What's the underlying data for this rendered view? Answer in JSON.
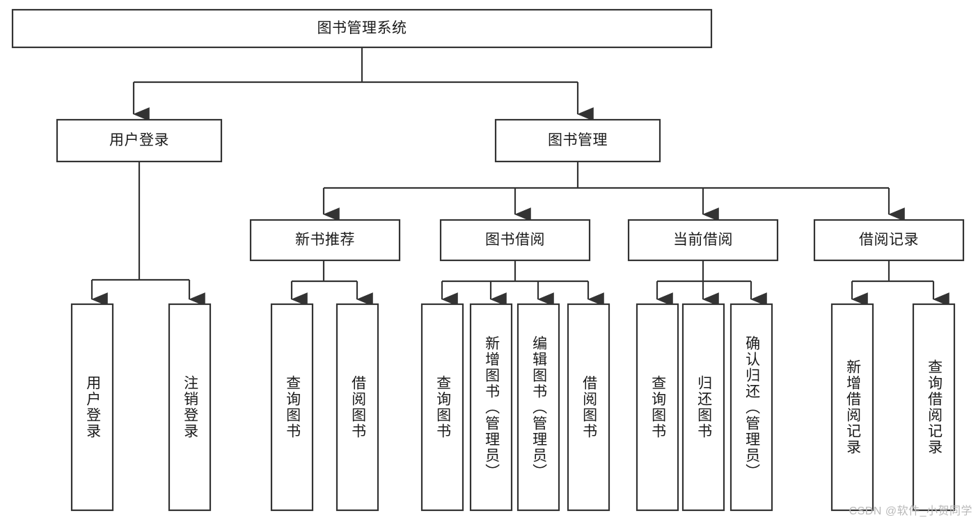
{
  "diagram": {
    "title": "图书管理系统",
    "type": "tree-hierarchy-chart",
    "root": {
      "label": "图书管理系统"
    },
    "level1": [
      {
        "label": "用户登录"
      },
      {
        "label": "图书管理"
      }
    ],
    "level2": [
      {
        "label": "新书推荐",
        "parent": "图书管理"
      },
      {
        "label": "图书借阅",
        "parent": "图书管理"
      },
      {
        "label": "当前借阅",
        "parent": "图书管理"
      },
      {
        "label": "借阅记录",
        "parent": "图书管理"
      }
    ],
    "leaves": {
      "user_login": [
        {
          "label": "用户登录"
        },
        {
          "label": "注销登录"
        }
      ],
      "new_book_recommend": [
        {
          "label": "查询图书"
        },
        {
          "label": "借阅图书"
        }
      ],
      "book_borrow": [
        {
          "label": "查询图书"
        },
        {
          "label": "新增图书（管理员）"
        },
        {
          "label": "编辑图书（管理员）"
        },
        {
          "label": "借阅图书"
        }
      ],
      "current_borrow": [
        {
          "label": "查询图书"
        },
        {
          "label": "归还图书"
        },
        {
          "label": "确认归还（管理员）"
        }
      ],
      "borrow_record": [
        {
          "label": "新增借阅记录"
        },
        {
          "label": "查询借阅记录"
        }
      ]
    }
  },
  "watermark": {
    "text": "CSDN @软件_小贺同学"
  },
  "colors": {
    "stroke": "#333333",
    "box_fill": "#ffffff",
    "text": "#1a1a1a",
    "watermark": "#b9b9b9",
    "background": "#ffffff"
  }
}
